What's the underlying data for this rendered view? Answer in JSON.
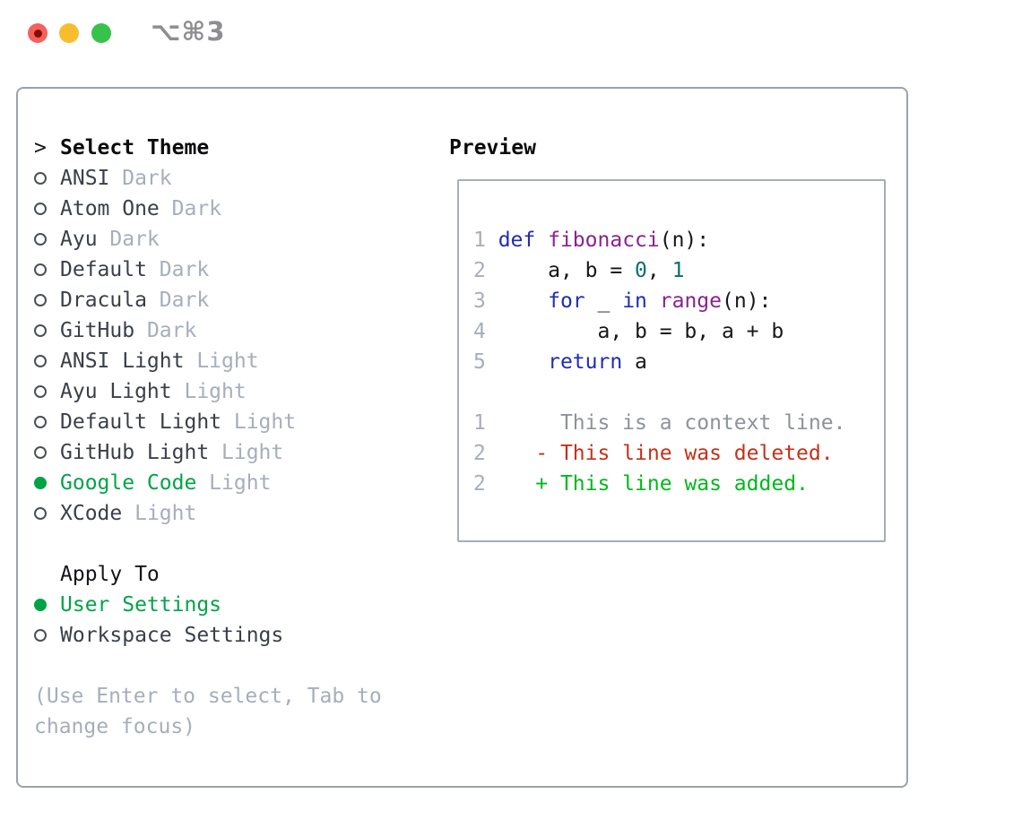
{
  "window": {
    "title": "⌥⌘3"
  },
  "titlebar": {
    "buttons": [
      {
        "name": "close-button",
        "color": "#f4615c",
        "has_dot": true
      },
      {
        "name": "minimize-button",
        "color": "#f8bd2f",
        "has_dot": false
      },
      {
        "name": "zoom-button",
        "color": "#37c24b",
        "has_dot": false
      }
    ]
  },
  "theme_panel": {
    "header": {
      "cursor": ">",
      "label": "Select Theme"
    },
    "items": [
      {
        "name": "ANSI",
        "variant": "Dark",
        "selected": false
      },
      {
        "name": "Atom One",
        "variant": "Dark",
        "selected": false
      },
      {
        "name": "Ayu",
        "variant": "Dark",
        "selected": false
      },
      {
        "name": "Default",
        "variant": "Dark",
        "selected": false
      },
      {
        "name": "Dracula",
        "variant": "Dark",
        "selected": false
      },
      {
        "name": "GitHub",
        "variant": "Dark",
        "selected": false
      },
      {
        "name": "ANSI Light",
        "variant": "Light",
        "selected": false
      },
      {
        "name": "Ayu Light",
        "variant": "Light",
        "selected": false
      },
      {
        "name": "Default Light",
        "variant": "Light",
        "selected": false
      },
      {
        "name": "GitHub Light",
        "variant": "Light",
        "selected": false
      },
      {
        "name": "Google Code",
        "variant": "Light",
        "selected": true
      },
      {
        "name": "XCode",
        "variant": "Light",
        "selected": false
      }
    ],
    "apply_to": {
      "label": "Apply To",
      "options": [
        {
          "name": "User Settings",
          "selected": true
        },
        {
          "name": "Workspace Settings",
          "selected": false
        }
      ]
    },
    "help_lines": [
      "(Use Enter to select, Tab to",
      "change focus)"
    ]
  },
  "preview": {
    "label": "Preview",
    "lines": [
      {
        "kind": "code",
        "segments": [
          {
            "t": "1 ",
            "c": "ln"
          },
          {
            "t": "def",
            "c": "kw"
          },
          {
            "t": " ",
            "c": "plain"
          },
          {
            "t": "fibonacci",
            "c": "fn"
          },
          {
            "t": "(n):",
            "c": "plain"
          }
        ]
      },
      {
        "kind": "code",
        "segments": [
          {
            "t": "2 ",
            "c": "ln"
          },
          {
            "t": "    a, b = ",
            "c": "plain"
          },
          {
            "t": "0",
            "c": "num"
          },
          {
            "t": ", ",
            "c": "plain"
          },
          {
            "t": "1",
            "c": "num"
          }
        ]
      },
      {
        "kind": "code",
        "segments": [
          {
            "t": "3 ",
            "c": "ln"
          },
          {
            "t": "    ",
            "c": "plain"
          },
          {
            "t": "for",
            "c": "kw"
          },
          {
            "t": " _ ",
            "c": "plain"
          },
          {
            "t": "in",
            "c": "kw"
          },
          {
            "t": " ",
            "c": "plain"
          },
          {
            "t": "range",
            "c": "fn"
          },
          {
            "t": "(n):",
            "c": "plain"
          }
        ]
      },
      {
        "kind": "code",
        "segments": [
          {
            "t": "4 ",
            "c": "ln"
          },
          {
            "t": "        a, b = b, a + b",
            "c": "plain"
          }
        ]
      },
      {
        "kind": "code",
        "segments": [
          {
            "t": "5 ",
            "c": "ln"
          },
          {
            "t": "    ",
            "c": "plain"
          },
          {
            "t": "return",
            "c": "kw"
          },
          {
            "t": " a",
            "c": "plain"
          }
        ]
      },
      {
        "kind": "blank",
        "segments": []
      },
      {
        "kind": "diff-context",
        "segments": [
          {
            "t": "1 ",
            "c": "ln"
          },
          {
            "t": "     This is a context line.",
            "c": "ctx"
          }
        ]
      },
      {
        "kind": "diff-deleted",
        "segments": [
          {
            "t": "2 ",
            "c": "ln"
          },
          {
            "t": "   - This line was deleted.",
            "c": "del"
          }
        ]
      },
      {
        "kind": "diff-added",
        "segments": [
          {
            "t": "2 ",
            "c": "ln"
          },
          {
            "t": "   + This line was added.",
            "c": "add"
          }
        ]
      }
    ]
  },
  "colors": {
    "accent-green": "#00a447",
    "keyword-blue": "#1f2db4",
    "function-purple": "#8b2290",
    "number-teal": "#0d6d6d",
    "diff-red": "#c5301a",
    "diff-green": "#00b81c",
    "muted-gray": "#a6aebc",
    "context-gray": "#8e929b",
    "line-number-gray": "#a7aebb",
    "item-text": "#3a3f49",
    "radio-ring": "#4a4f58",
    "frame-border": "#9aa2ae",
    "preview-border": "#a5adb9",
    "title-gray": "#8d8d92",
    "traffic-red": "#f4615c",
    "traffic-red-dot": "#870d08",
    "traffic-yellow": "#f8bd2f",
    "traffic-green": "#37c24b"
  }
}
